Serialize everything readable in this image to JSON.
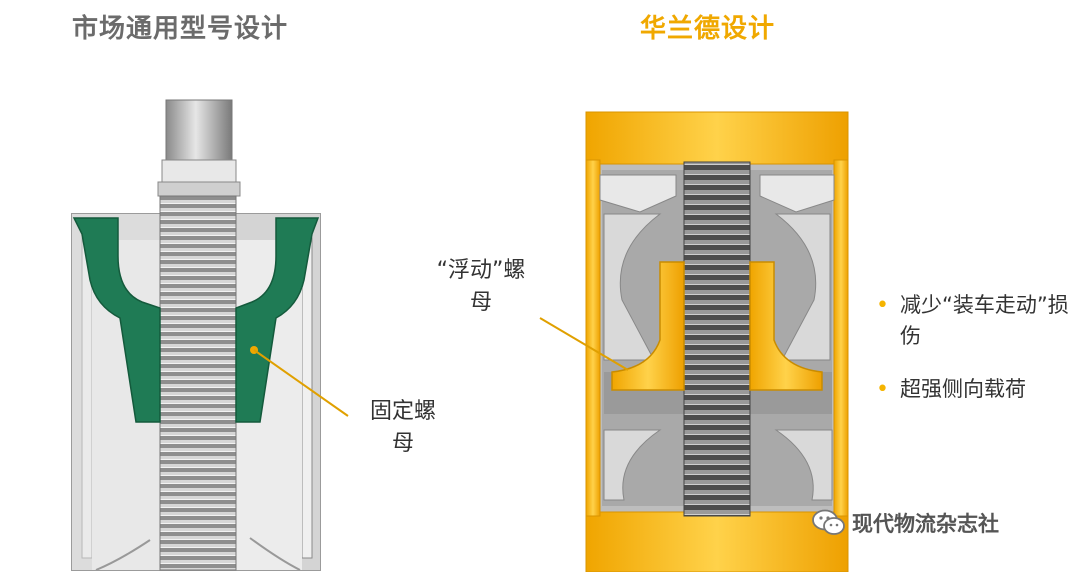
{
  "colors": {
    "green": "#1f7b55",
    "yellow": "#f5b400",
    "title_gray": "#6b6b6b",
    "title_yellow": "#f0a800",
    "text": "#333333",
    "leader": "#e0a000"
  },
  "left_panel": {
    "title": "市场通用型号设计",
    "label": "固定螺母"
  },
  "right_panel": {
    "title": "华兰德设计",
    "label": "“浮动”螺母",
    "bullets": [
      "减少“装车走动”损伤",
      "超强侧向载荷"
    ]
  },
  "watermark": {
    "text": "现代物流杂志社",
    "icon": "wechat-icon"
  }
}
